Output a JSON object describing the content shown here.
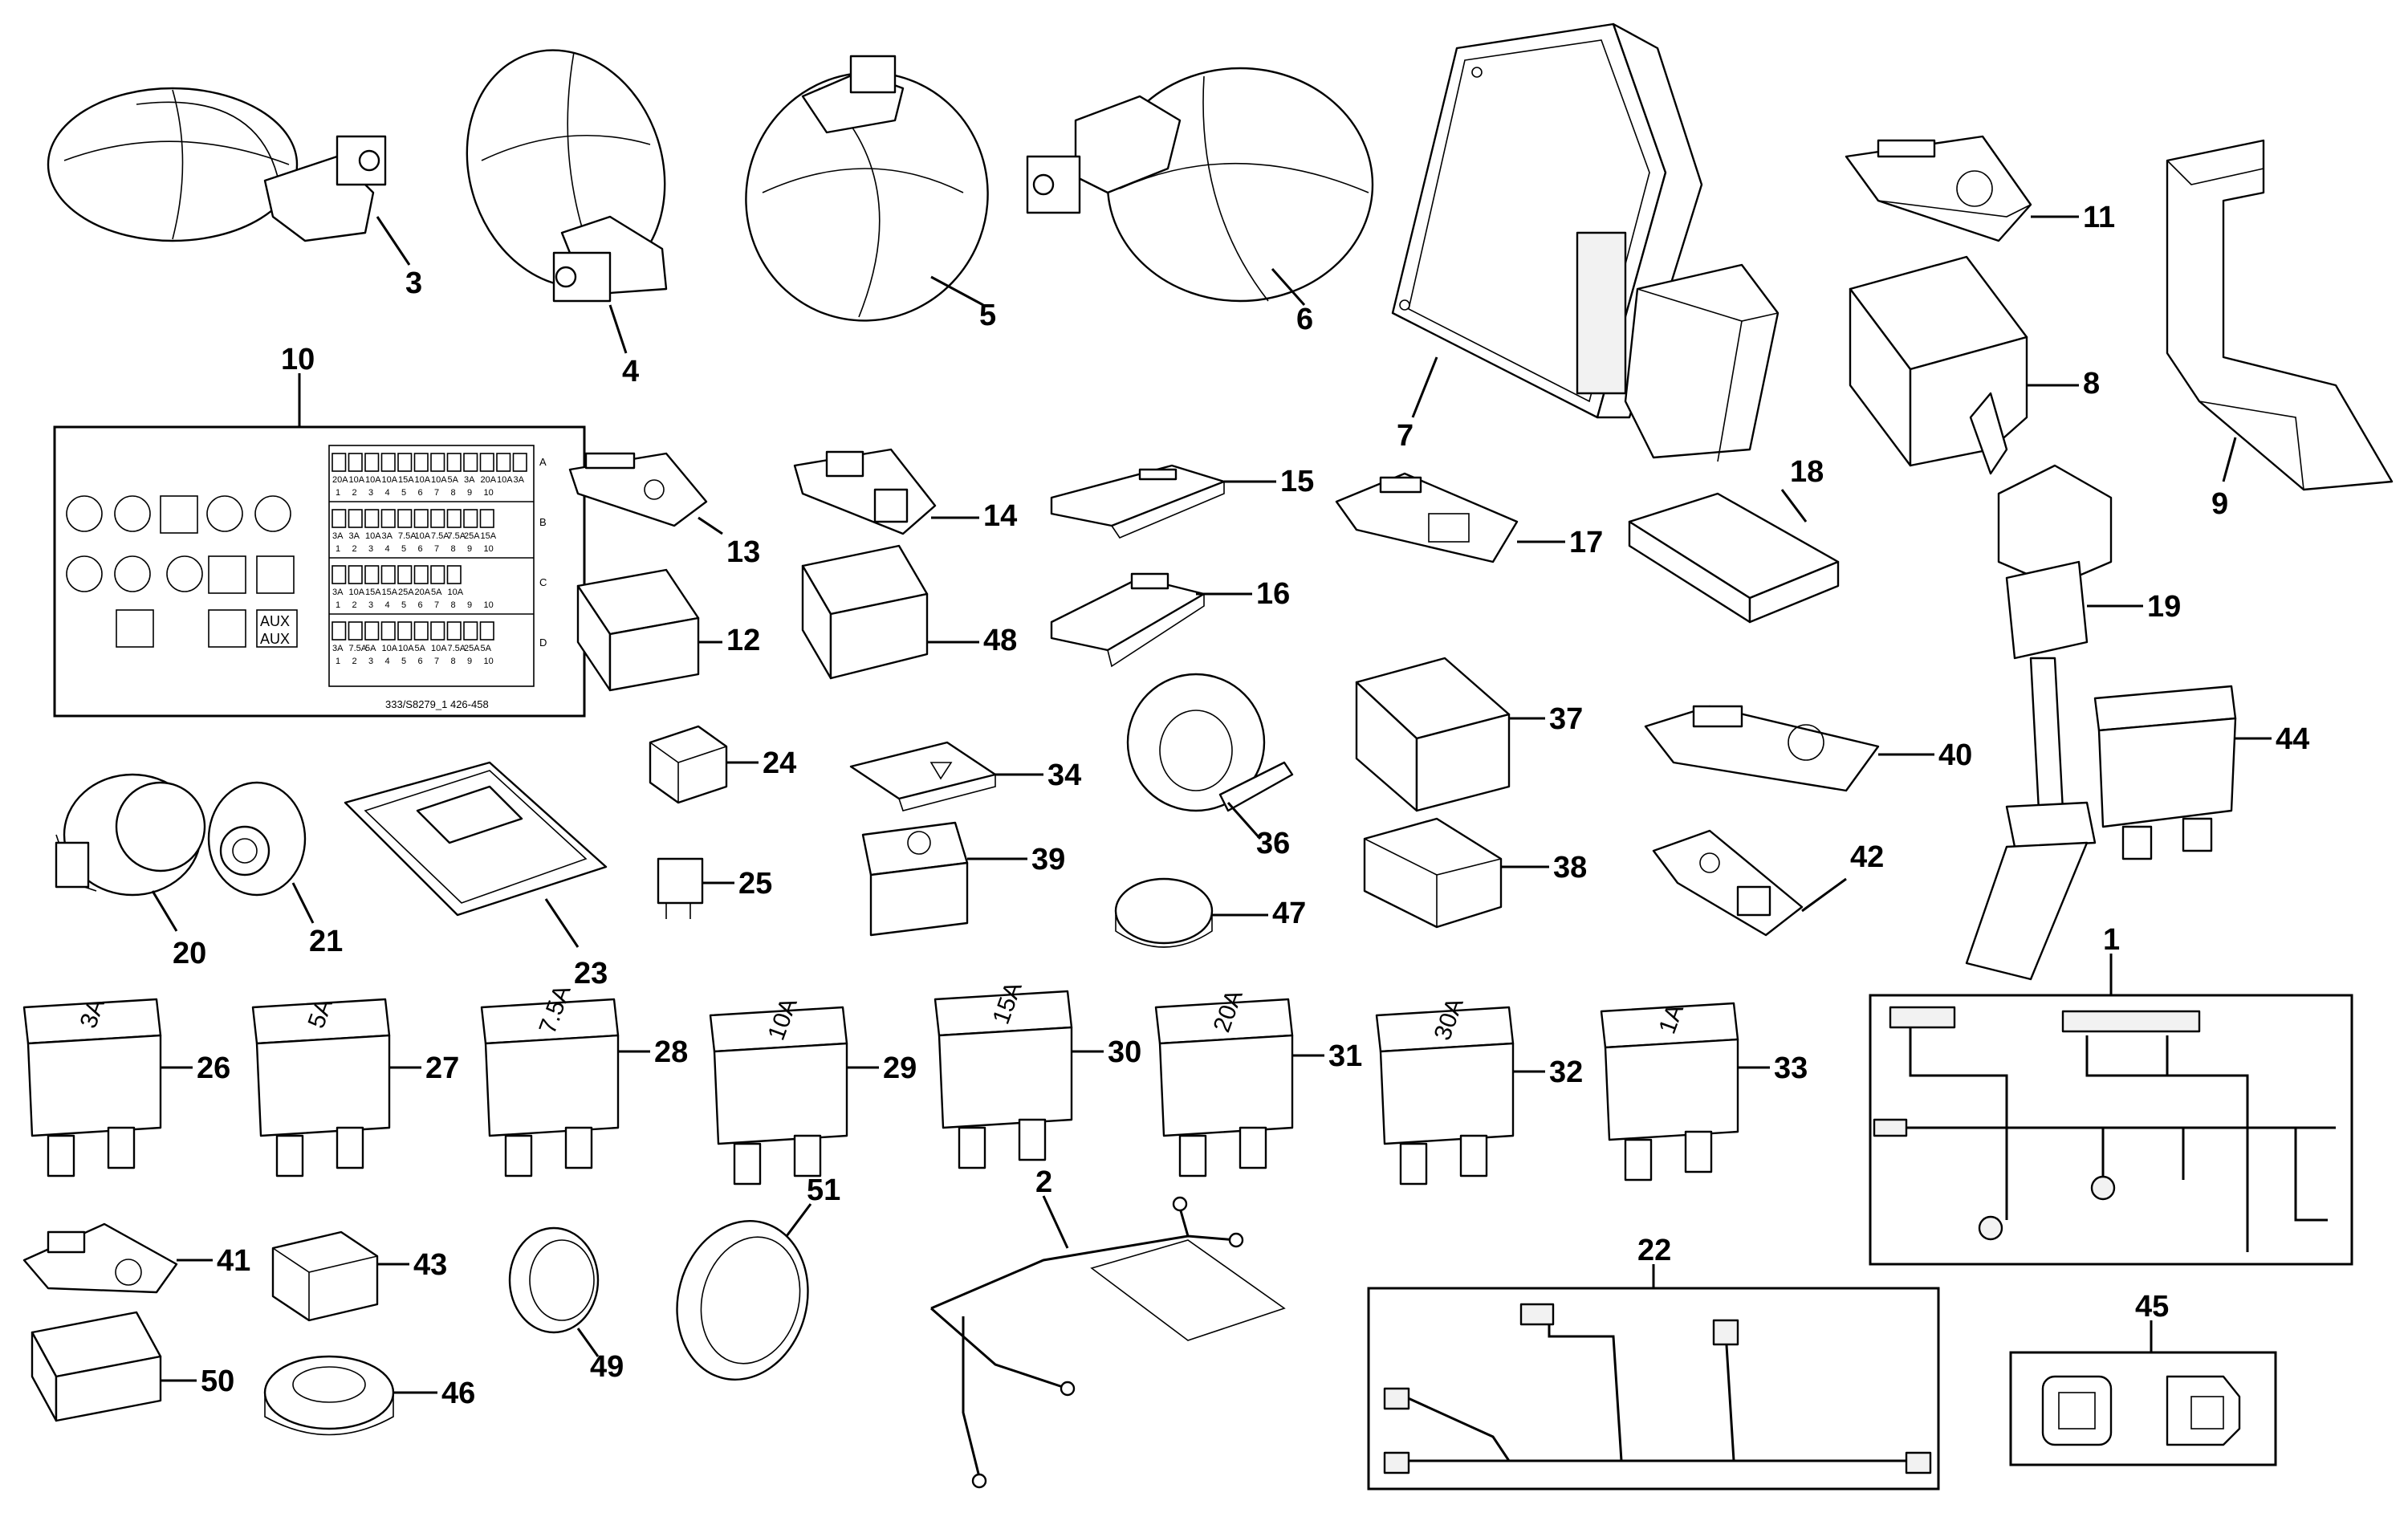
{
  "callouts": {
    "c1": "1",
    "c2": "2",
    "c3": "3",
    "c4": "4",
    "c5": "5",
    "c6": "6",
    "c7": "7",
    "c8": "8",
    "c9": "9",
    "c10": "10",
    "c11": "11",
    "c12": "12",
    "c13": "13",
    "c14": "14",
    "c15": "15",
    "c16": "16",
    "c17": "17",
    "c18": "18",
    "c19": "19",
    "c20": "20",
    "c21": "21",
    "c22": "22",
    "c23": "23",
    "c24": "24",
    "c25": "25",
    "c26": "26",
    "c27": "27",
    "c28": "28",
    "c29": "29",
    "c30": "30",
    "c31": "31",
    "c32": "32",
    "c33": "33",
    "c34": "34",
    "c36": "36",
    "c37": "37",
    "c38": "38",
    "c39": "39",
    "c40": "40",
    "c41": "41",
    "c42": "42",
    "c43": "43",
    "c44": "44",
    "c45": "45",
    "c46": "46",
    "c47": "47",
    "c48": "48",
    "c49": "49",
    "c50": "50",
    "c51": "51"
  },
  "fuses": [
    {
      "rating": "3A"
    },
    {
      "rating": "5A"
    },
    {
      "rating": "7.5A"
    },
    {
      "rating": "10A"
    },
    {
      "rating": "15A"
    },
    {
      "rating": "20A"
    },
    {
      "rating": "30A"
    },
    {
      "rating": "1A"
    }
  ],
  "fuse_label": {
    "rows": [
      "A",
      "B",
      "C",
      "D"
    ],
    "row_ratings": [
      [
        "20A",
        "10A",
        "10A",
        "10A",
        "15A",
        "10A",
        "10A",
        "5A",
        "3A",
        "20A",
        "10A",
        "3A"
      ],
      [
        "3A",
        "3A",
        "10A",
        "3A",
        "7.5A",
        "10A",
        "7.5A",
        "7.5A",
        "25A",
        "15A"
      ],
      [
        "3A",
        "10A",
        "15A",
        "15A",
        "25A",
        "20A",
        "5A",
        "10A"
      ],
      [
        "3A",
        "7.5A",
        "5A",
        "10A",
        "10A",
        "5A",
        "10A",
        "7.5A",
        "25A",
        "5A"
      ]
    ],
    "column_numbers": [
      "1",
      "2",
      "3",
      "4",
      "5",
      "6",
      "7",
      "8",
      "9",
      "10"
    ],
    "aux_text": "AUX",
    "code": "333/S8279_1  426-458"
  }
}
